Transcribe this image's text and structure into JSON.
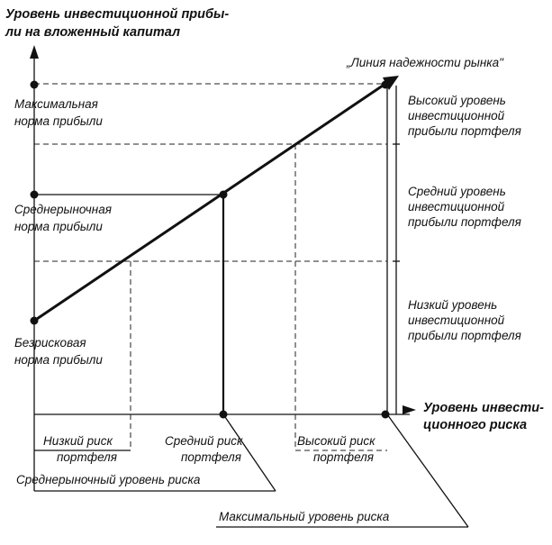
{
  "y_axis_title": [
    "Уровень инвестиционной прибы-",
    "ли на вложенный капитал"
  ],
  "x_axis_title": [
    "Уровень инвести-",
    "ционного риска"
  ],
  "line_title": "„Линия надежности рынка\"",
  "y_labels": {
    "max": [
      "Максимальная",
      "норма прибыли"
    ],
    "mid": [
      "Среднерыночная",
      "норма прибыли"
    ],
    "riskfree": [
      "Безрисковая",
      "норма прибыли"
    ]
  },
  "right_labels": {
    "high": [
      "Высокий уровень",
      "инвестиционной",
      "прибыли портфеля"
    ],
    "mid": [
      "Средний уровень",
      "инвестиционной",
      "прибыли портфеля"
    ],
    "low": [
      "Низкий уровень",
      "инвестиционной",
      "прибыли портфеля"
    ]
  },
  "x_labels": {
    "low": [
      "Низкий риск",
      "портфеля"
    ],
    "mid": [
      "Средний риск",
      "портфеля"
    ],
    "high": [
      "Высокий риск",
      "портфеля"
    ]
  },
  "bottom_labels": {
    "market_risk": "Среднерыночный уровень риска",
    "max_risk": "Максимальный уровень риска"
  }
}
